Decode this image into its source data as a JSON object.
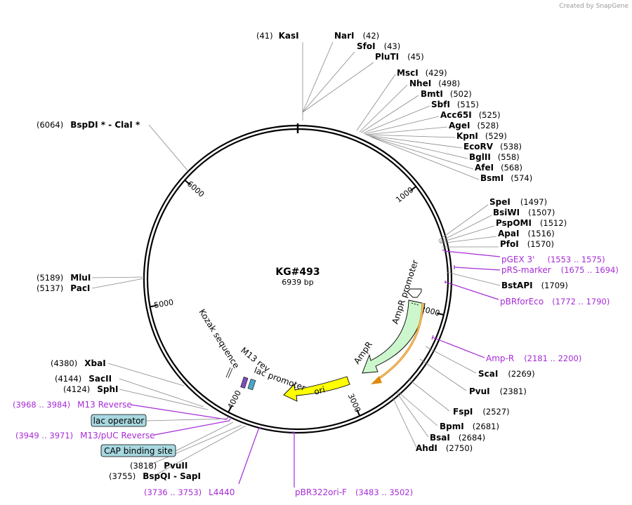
{
  "watermark": "Created by  SnapGene",
  "plasmid": {
    "name": "KG#493",
    "length": "6939 bp"
  },
  "ticks": [
    "1000",
    "2000",
    "3000",
    "4000",
    "5000",
    "6000"
  ],
  "enzymes": {
    "kasi": {
      "name": "KasI",
      "pos": "(41)"
    },
    "nari": {
      "name": "NarI",
      "pos": "(42)"
    },
    "sfoi": {
      "name": "SfoI",
      "pos": "(43)"
    },
    "pluti": {
      "name": "PluTI",
      "pos": "(45)"
    },
    "msci": {
      "name": "MscI",
      "pos": "(429)"
    },
    "nhei": {
      "name": "NheI",
      "pos": "(498)"
    },
    "bmti": {
      "name": "BmtI",
      "pos": "(502)"
    },
    "sbfi": {
      "name": "SbfI",
      "pos": "(515)"
    },
    "acc65i": {
      "name": "Acc65I",
      "pos": "(525)"
    },
    "agei": {
      "name": "AgeI",
      "pos": "(528)"
    },
    "kpni": {
      "name": "KpnI",
      "pos": "(529)"
    },
    "ecorv": {
      "name": "EcoRV",
      "pos": "(538)"
    },
    "bglii": {
      "name": "BglII",
      "pos": "(558)"
    },
    "afei": {
      "name": "AfeI",
      "pos": "(568)"
    },
    "bsmi": {
      "name": "BsmI",
      "pos": "(574)"
    },
    "spei": {
      "name": "SpeI",
      "pos": "(1497)"
    },
    "bsiwi": {
      "name": "BsiWI",
      "pos": "(1507)"
    },
    "pspomi": {
      "name": "PspOMI",
      "pos": "(1512)"
    },
    "apai": {
      "name": "ApaI",
      "pos": "(1516)"
    },
    "pfoi": {
      "name": "PfoI",
      "pos": "(1570)"
    },
    "bstapi": {
      "name": "BstAPI",
      "pos": "(1709)"
    },
    "scai": {
      "name": "ScaI",
      "pos": "(2269)"
    },
    "pvui": {
      "name": "PvuI",
      "pos": "(2381)"
    },
    "fspi": {
      "name": "FspI",
      "pos": "(2527)"
    },
    "bpmi": {
      "name": "BpmI",
      "pos": "(2681)"
    },
    "bsai": {
      "name": "BsaI",
      "pos": "(2684)"
    },
    "ahdi": {
      "name": "AhdI",
      "pos": "(2750)"
    },
    "bspdi": {
      "name": "BspDI *  -  ClaI *",
      "pos": "(6064)"
    },
    "mlui": {
      "name": "MluI",
      "pos": "(5189)"
    },
    "paci": {
      "name": "PacI",
      "pos": "(5137)"
    },
    "xbai": {
      "name": "XbaI",
      "pos": "(4380)"
    },
    "sacii": {
      "name": "SacII",
      "pos": "(4144)"
    },
    "sphi": {
      "name": "SphI",
      "pos": "(4124)"
    },
    "pvuii": {
      "name": "PvuII",
      "pos": "(3818)"
    },
    "bspqi": {
      "name": "BspQI  -  SapI",
      "pos": "(3755)"
    }
  },
  "primers": {
    "pgex3": {
      "name": "pGEX 3'",
      "pos": "(1553 .. 1575)"
    },
    "prsmarker": {
      "name": "pRS-marker",
      "pos": "(1675 .. 1694)"
    },
    "pbrforeco": {
      "name": "pBRforEco",
      "pos": "(1772 .. 1790)"
    },
    "ampr": {
      "name": "Amp-R",
      "pos": "(2181 .. 2200)"
    },
    "m13reverse": {
      "name": "M13 Reverse",
      "pos": "(3968 .. 3984)"
    },
    "m13puc": {
      "name": "M13/pUC Reverse",
      "pos": "(3949 .. 3971)"
    },
    "l4440": {
      "name": "L4440",
      "pos": "(3736 .. 3753)"
    },
    "pbr322ori": {
      "name": "pBR322ori-F",
      "pos": "(3483 .. 3502)"
    }
  },
  "features": {
    "ampr_promoter": "AmpR promoter",
    "ampr": "AmpR",
    "ori": "ori",
    "lac_promoter": "lac promoter",
    "m13_rev": "M13 rev",
    "kozak": "Kozak sequence",
    "lac_operator": "lac operator",
    "cap_site": "CAP binding site"
  },
  "colors": {
    "primer": "#a62bd6",
    "ampr_fill": "#ccf7cc",
    "ori_fill": "#ffff00",
    "orange_arrow": "#e0890c",
    "box_fill": "#a8d8e0"
  }
}
